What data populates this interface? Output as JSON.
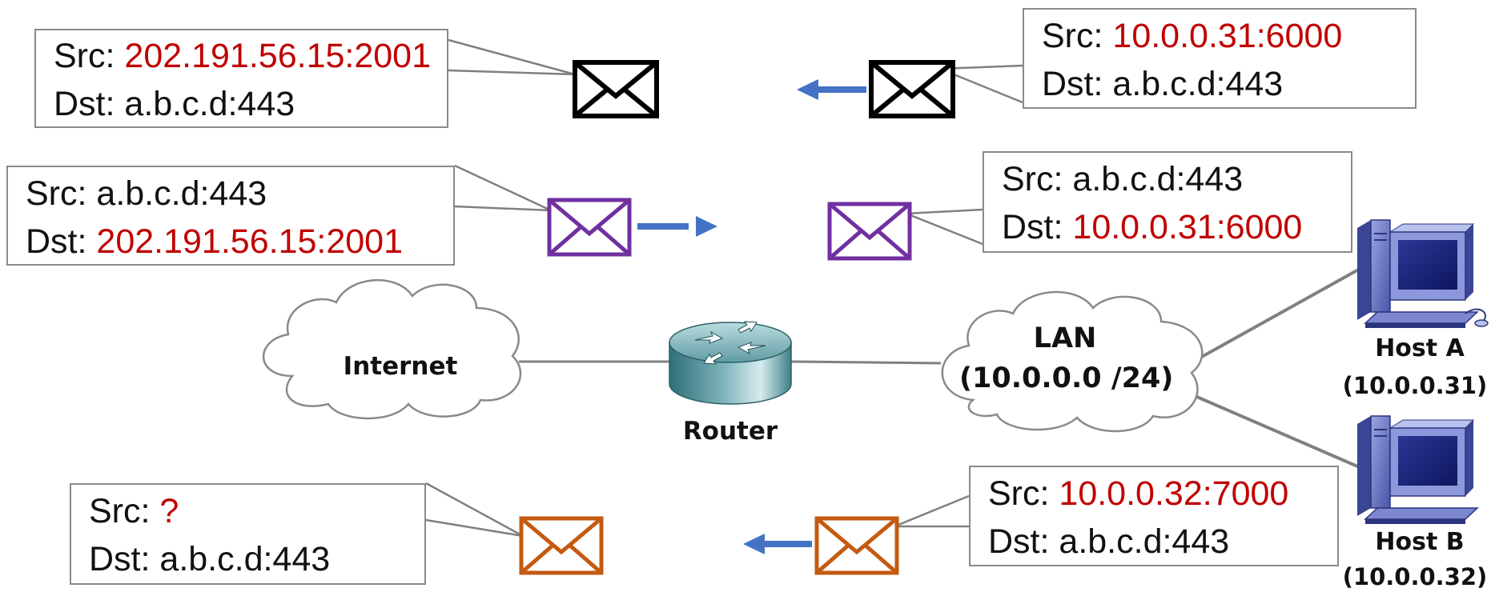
{
  "colors": {
    "black_packet": "#000000",
    "purple_packet": "#7030a0",
    "orange_packet": "#c55a11",
    "arrow": "#4472c4",
    "highlight_text": "#c00000",
    "connector": "#808080"
  },
  "packets": {
    "outbound_translated": {
      "src_label": "Src: ",
      "src_value": "202.191.56.15:2001",
      "dst_label": "Dst: ",
      "dst_value": "a.b.c.d:443"
    },
    "outbound_original": {
      "src_label": "Src: ",
      "src_value": "10.0.0.31:6000",
      "dst_label": "Dst: ",
      "dst_value": "a.b.c.d:443"
    },
    "inbound_reply": {
      "src_label": "Src: ",
      "src_value": "a.b.c.d:443",
      "dst_label": "Dst: ",
      "dst_value": "202.191.56.15:2001"
    },
    "inbound_translated": {
      "src_label": "Src: ",
      "src_value": "a.b.c.d:443",
      "dst_label": "Dst: ",
      "dst_value": "10.0.0.31:6000"
    },
    "question_translated": {
      "src_label": "Src: ",
      "src_value": "?",
      "dst_label": "Dst: ",
      "dst_value": "a.b.c.d:443"
    },
    "question_original": {
      "src_label": "Src: ",
      "src_value": "10.0.0.32:7000",
      "dst_label": "Dst: ",
      "dst_value": "a.b.c.d:443"
    }
  },
  "network": {
    "internet_label": "Internet",
    "router_label": "Router",
    "lan_label": "LAN",
    "lan_subnet": "(10.0.0.0 /24)",
    "host_a_name": "Host A",
    "host_a_ip": "(10.0.0.31)",
    "host_b_name": "Host B",
    "host_b_ip": "(10.0.0.32)"
  },
  "icons": {
    "envelope": "envelope-icon",
    "arrow": "arrow-icon",
    "router": "router-icon",
    "cloud": "cloud-icon",
    "computer": "desktop-computer-icon"
  }
}
